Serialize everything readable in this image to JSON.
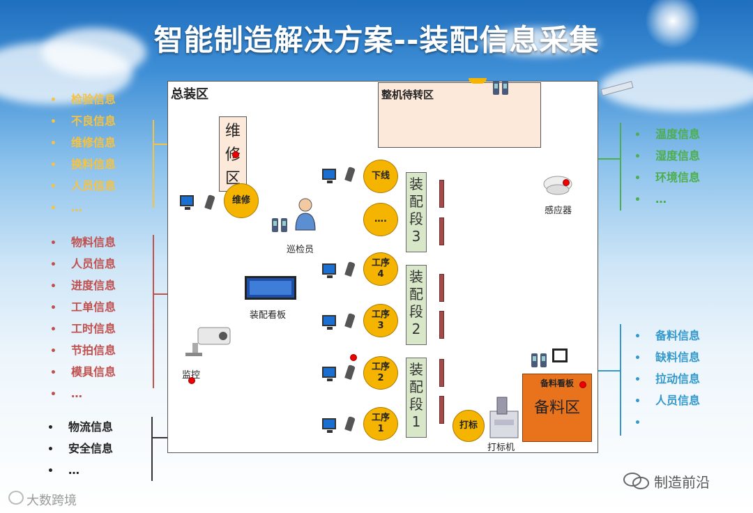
{
  "title": "智能制造解决方案--装配信息采集",
  "colors": {
    "quality": "#f5c242",
    "process": "#c0504d",
    "logistics": "#222222",
    "environment": "#4cae4c",
    "stock": "#3399cc",
    "station": "#f4b400",
    "stock_area": "#e9731c"
  },
  "lists": {
    "quality": [
      "检验信息",
      "不良信息",
      "维修信息",
      "换料信息",
      "人员信息",
      "…"
    ],
    "process": [
      "物料信息",
      "人员信息",
      "进度信息",
      "工单信息",
      "工时信息",
      "节拍信息",
      "模具信息",
      "…"
    ],
    "logistics": [
      "物流信息",
      "安全信息",
      "…"
    ],
    "environment": [
      "温度信息",
      "湿度信息",
      "环境信息",
      "…"
    ],
    "stock": [
      "备料信息",
      "缺料信息",
      "拉动信息",
      "人员信息",
      ""
    ]
  },
  "bullet": "•",
  "factory": {
    "zone_label": "总装区",
    "turnover_label": "整机待转区",
    "repair_area": [
      "维",
      "修",
      "区"
    ],
    "repair_station": "维修",
    "inspector": "巡检员",
    "board": "装配看板",
    "camera": "监控",
    "sensor": "感应器",
    "printer": "打标机",
    "print_station": "打标",
    "stock_board": "备料看板",
    "stock_area": "备料区",
    "stations": {
      "offline": "下线",
      "ellipsis": "….",
      "s4": [
        "工序",
        "4"
      ],
      "s3": [
        "工序",
        "3"
      ],
      "s2": [
        "工序",
        "2"
      ],
      "s1": [
        "工序",
        "1"
      ]
    },
    "segments": {
      "seg3": [
        "装",
        "配",
        "段",
        "3"
      ],
      "seg2": [
        "装",
        "配",
        "段",
        "2"
      ],
      "seg1": [
        "装",
        "配",
        "段",
        "1"
      ]
    }
  },
  "footer": {
    "wechat": "制造前沿",
    "watermark": "大数跨境"
  },
  "icons": [
    "monitor-icon",
    "barcode-scanner-icon",
    "handheld-scanner-icon",
    "inspector-person-icon",
    "camera-icon",
    "smoke-sensor-icon",
    "marking-machine-icon",
    "wechat-icon"
  ]
}
